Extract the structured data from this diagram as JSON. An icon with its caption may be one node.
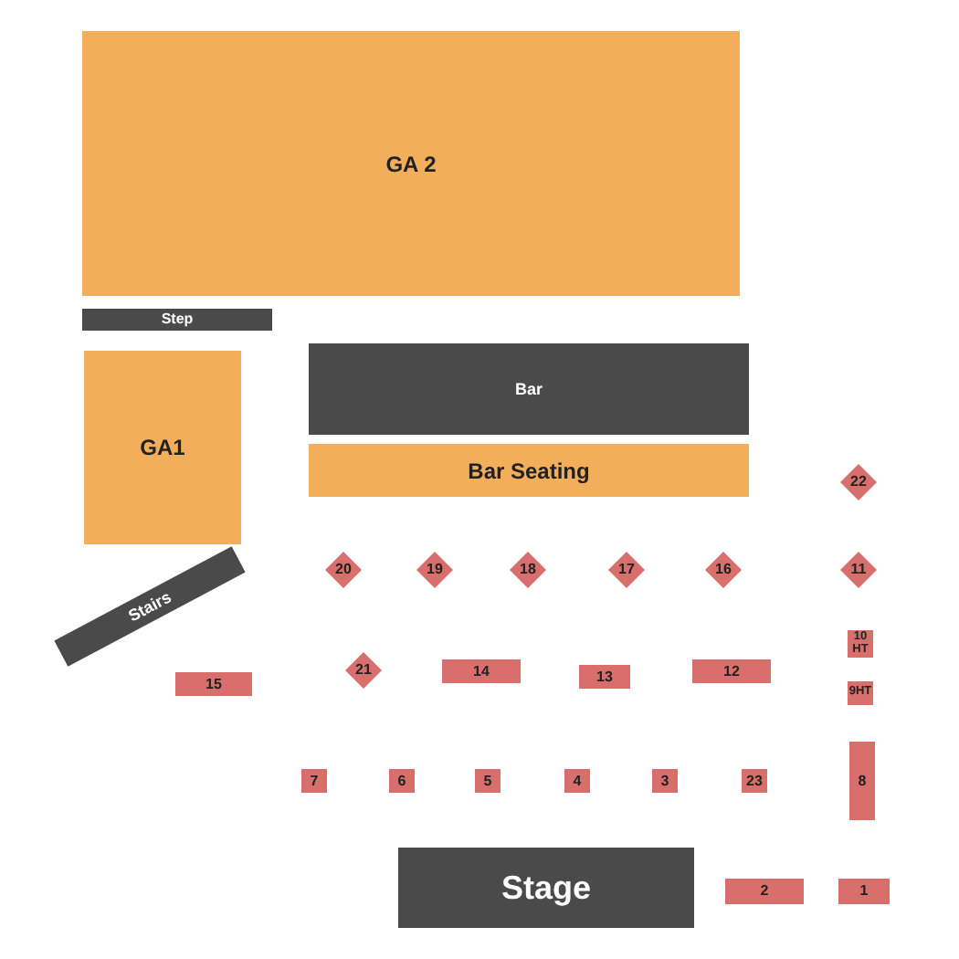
{
  "diagram": {
    "nodes": [
      {
        "text": [
          "GA 2"
        ]
      },
      {
        "text": [
          "Step"
        ]
      },
      {
        "text": [
          "Bar"
        ]
      },
      {
        "text": [
          "GA1"
        ]
      },
      {
        "text": [
          "Bar Seating"
        ]
      },
      {
        "text": [
          "22"
        ]
      },
      {
        "text": [
          "Stairs"
        ]
      },
      {
        "text": [
          "20"
        ]
      },
      {
        "text": [
          "19"
        ]
      },
      {
        "text": [
          "18"
        ]
      },
      {
        "text": [
          "17"
        ]
      },
      {
        "text": [
          "16"
        ]
      },
      {
        "text": [
          "11"
        ]
      },
      {
        "text": [
          "10 HT"
        ]
      },
      {
        "text": [
          "15"
        ]
      },
      {
        "text": [
          "21"
        ]
      },
      {
        "text": [
          "14"
        ]
      },
      {
        "text": [
          "13"
        ]
      },
      {
        "text": [
          "12"
        ]
      },
      {
        "text": [
          "9HT"
        ]
      },
      {
        "text": [
          "8"
        ]
      },
      {
        "text": [
          "7"
        ]
      },
      {
        "text": [
          "6"
        ]
      },
      {
        "text": [
          "5"
        ]
      },
      {
        "text": [
          "4"
        ]
      },
      {
        "text": [
          "3"
        ]
      },
      {
        "text": [
          "23"
        ]
      },
      {
        "text": [
          "Stage"
        ]
      },
      {
        "text": [
          "2"
        ]
      },
      {
        "text": [
          "1"
        ]
      }
    ]
  }
}
